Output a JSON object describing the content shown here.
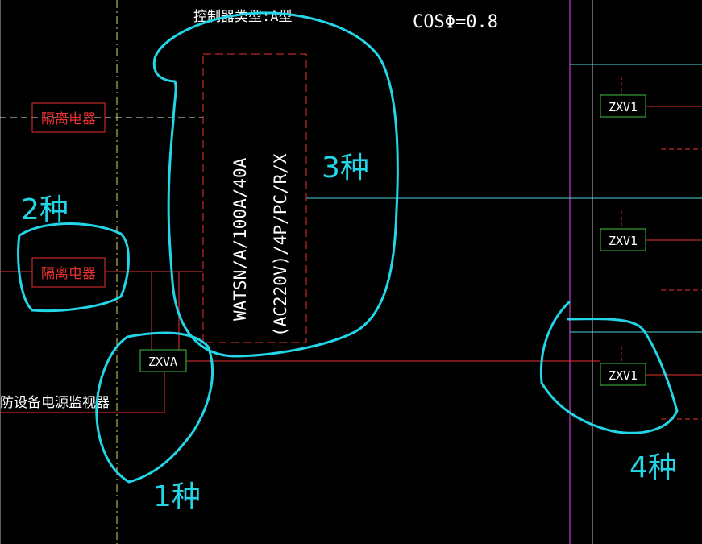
{
  "top_labels": {
    "controller_type": "控制器类型:A型",
    "power_factor": "COSΦ=0.8"
  },
  "devices": {
    "isolator_upper": "隔离电器",
    "isolator_lower": "隔离电器",
    "zxva": "ZXVA",
    "zxv1_top": "ZXV1",
    "zxv1_middle": "ZXV1",
    "zxv1_bottom": "ZXV1",
    "monitor": "防设备电源监视器"
  },
  "switch_spec": {
    "line1": "WATSN/A/100A/40A",
    "line2": "(AC220V)/4P/PC/R/X"
  },
  "annotations": {
    "kind_1": "1种",
    "kind_2": "2种",
    "kind_3": "3种",
    "kind_4": "4种"
  },
  "colors": {
    "background": "#000000",
    "red": "#e83030",
    "cyan": "#4fd3e0",
    "hand": "#22d6e8",
    "green": "#3fbf3f",
    "magenta": "#c040c0",
    "yellow": "#d8d860",
    "white": "#ffffff"
  }
}
